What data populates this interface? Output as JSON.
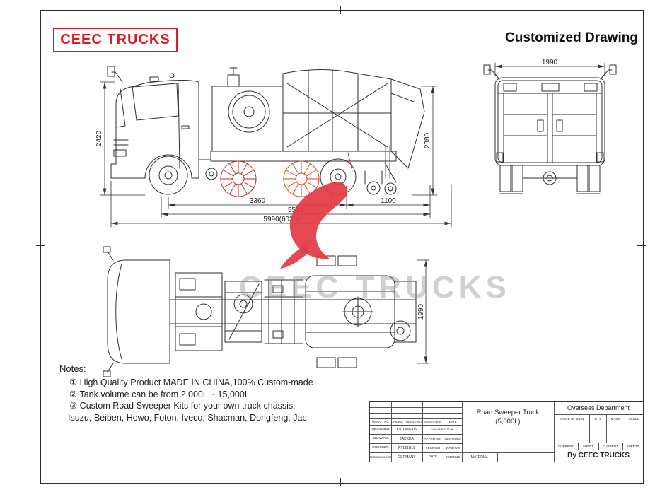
{
  "header": {
    "brand": "CEEC TRUCKS",
    "title": "Customized Drawing"
  },
  "watermark": {
    "text": "CEEC TRUCKS"
  },
  "dimensions": {
    "side": {
      "front_height": "2420",
      "rear_height": "2380",
      "wheelbase": "3360",
      "rear_overhang": "1100",
      "chassis_length": "5531",
      "overall_length": "5990(6030)"
    },
    "rear": {
      "overall_width": "1990"
    },
    "top": {
      "overall_width": "1990"
    }
  },
  "notes": {
    "label": "Notes:",
    "items": [
      "① High Quality Product MADE IN CHINA,100% Custom-made",
      "② Tank volume can be from  2,000L ~ 15,000L",
      "③ Custom Road Sweeper Kits for your own truck chassis:",
      "Isuzu, Beiben, Howo, Foton, Iveco, Shacman, Dongfeng, Jac"
    ]
  },
  "title_block": {
    "product_line1": "Road Sweeper Truck",
    "product_line2": "(5,000L)",
    "department": "Overseas Department",
    "header_row": {
      "mark": "MARK",
      "no": "NO.",
      "change": "CHANGE THE FILE NO.",
      "signature": "SIGNATURE",
      "date": "DATE"
    },
    "rows": {
      "designer_label": "DESIGNER",
      "designer_value": "YUTONGXIN",
      "designer_extra": "CHINAHB-DJ7.0N",
      "drawing_label": "DRAWING",
      "drawing_value": "JACKHA",
      "approver_label": "APPROVER",
      "approver_value": "LIBERATIAN",
      "checker_label": "CHECKER",
      "checker_value": "PT121U19",
      "verifier_label": "VERIFIER",
      "verifier_value": "WASTON",
      "technologist_label": "TECHNOLOGIST",
      "technologist_value": "GERMANY",
      "date_label": "DATE",
      "date_value": "20170319"
    },
    "stage_row": {
      "stage": "STAGE OF SIGN",
      "qty": "QTY",
      "mass": "MASS",
      "scale": "SCALE"
    },
    "sheet_row": {
      "current1": "CURRENT",
      "sheet": "SHEET",
      "current2": "CURRENT",
      "sheets": "SHEETS"
    },
    "material_label": "MATERIAL",
    "by": "By CEEC TRUCKS"
  },
  "colors": {
    "brand_red": "#d91c24",
    "watermark_red": "#e23a44",
    "brush_red": "#c3272b",
    "brush_orange": "#cf4a1e",
    "line_ink": "#2e2e2e"
  }
}
